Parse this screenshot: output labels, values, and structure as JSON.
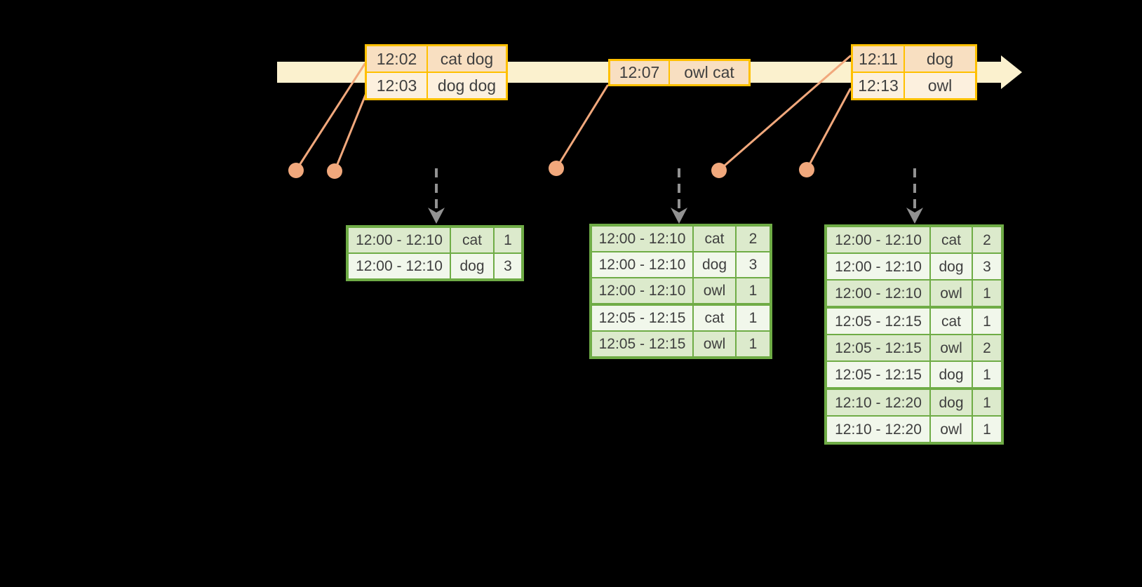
{
  "colors": {
    "background": "#000000",
    "timeline_fill": "#FBF1CE",
    "event_table_border": "#FFC000",
    "event_row_peach": "#F8DFC1",
    "event_row_cream": "#FCF0DE",
    "connector_salmon": "#F1A87C",
    "result_table_border": "#6FAC46",
    "result_row_green": "#DCEACC",
    "result_row_light": "#F1F7EB",
    "trigger_arrow_gray": "#929292",
    "text": "#3F3F3F"
  },
  "timeline": {
    "batches": [
      {
        "rows": [
          {
            "time": "12:02",
            "words": "cat dog"
          },
          {
            "time": "12:03",
            "words": "dog dog"
          }
        ]
      },
      {
        "rows": [
          {
            "time": "12:07",
            "words": "owl cat"
          }
        ]
      },
      {
        "rows": [
          {
            "time": "12:11",
            "words": "dog"
          },
          {
            "time": "12:13",
            "words": "owl"
          }
        ]
      }
    ]
  },
  "results": [
    {
      "rows": [
        {
          "window": "12:00 - 12:10",
          "word": "cat",
          "count": "1"
        },
        {
          "window": "12:00 - 12:10",
          "word": "dog",
          "count": "3"
        }
      ]
    },
    {
      "rows": [
        {
          "window": "12:00 - 12:10",
          "word": "cat",
          "count": "2"
        },
        {
          "window": "12:00 - 12:10",
          "word": "dog",
          "count": "3"
        },
        {
          "window": "12:00 - 12:10",
          "word": "owl",
          "count": "1"
        },
        {
          "window": "12:05 - 12:15",
          "word": "cat",
          "count": "1"
        },
        {
          "window": "12:05 - 12:15",
          "word": "owl",
          "count": "1"
        }
      ]
    },
    {
      "rows": [
        {
          "window": "12:00 - 12:10",
          "word": "cat",
          "count": "2"
        },
        {
          "window": "12:00 - 12:10",
          "word": "dog",
          "count": "3"
        },
        {
          "window": "12:00 - 12:10",
          "word": "owl",
          "count": "1"
        },
        {
          "window": "12:05 - 12:15",
          "word": "cat",
          "count": "1"
        },
        {
          "window": "12:05 - 12:15",
          "word": "owl",
          "count": "2"
        },
        {
          "window": "12:05 - 12:15",
          "word": "dog",
          "count": "1"
        },
        {
          "window": "12:10 - 12:20",
          "word": "dog",
          "count": "1"
        },
        {
          "window": "12:10 - 12:20",
          "word": "owl",
          "count": "1"
        }
      ]
    }
  ]
}
